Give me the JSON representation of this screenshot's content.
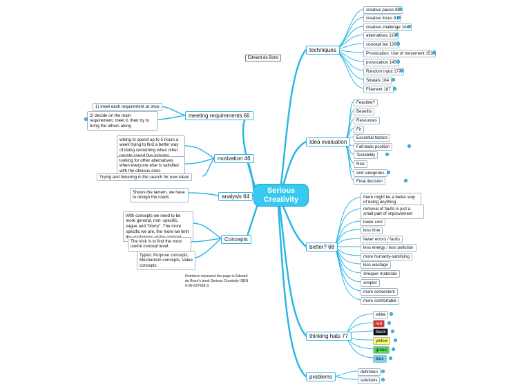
{
  "central": {
    "line1": "Serious",
    "line2": "Creativity"
  },
  "author": "Edward de Bono",
  "note": "Numbers represent the page in Edward de Bono's book Serious Creativity ISBN 0-00-637958-3.",
  "branches": {
    "techniques": {
      "label": "techniques",
      "items": [
        "creative pause 85",
        "creative focus 91",
        "creative challenge 104",
        "alternatives 119",
        "concept fan 126",
        "Provocation: Use of movement 151",
        "provocation 145",
        "Random input 177",
        "Stratals 184",
        "Filament 187"
      ]
    },
    "idea_evaluation": {
      "label": "Idea evaluation",
      "items": [
        "Feasible?",
        "Benefits",
        "Resources",
        "Fit",
        "Essential factors",
        "Fall-back position",
        "Testability",
        "Risk",
        "end categories",
        "Final decision"
      ]
    },
    "better": {
      "label": "better? 68",
      "items": [
        "there might be a better way of doing anything",
        "removal of faults is just a small part of improvement",
        "lower cost",
        "less time",
        "fewer errors / faults",
        "less energy / less pollution",
        "more humanly-satisfying",
        "less wastage",
        "cheaper materials",
        "simpler",
        "more convenient",
        "more comfortable"
      ]
    },
    "thinking_hats": {
      "label": "thinking hats 77",
      "items": [
        "white",
        "red",
        "black",
        "yellow",
        "green",
        "blue"
      ]
    },
    "problems": {
      "label": "problems",
      "items": [
        "definition",
        "solutions"
      ]
    },
    "meeting": {
      "label": "meeting requirements 66",
      "items": [
        "1) meet each requirement at once",
        "2) decide on the main requirement, meet it, then try to bring the others along"
      ]
    },
    "motivation": {
      "label": "motivation 46",
      "items": [
        "willing to spend up to 5 hours a week trying to find a better way of doing something when other people spend five minutes",
        "looking for other alternatives when everyone else is satisfied with the obvious ones",
        "Trying and tinkering in the search for new ideas"
      ]
    },
    "analysis": {
      "label": "analysis 64",
      "items": [
        "Shows the lamem, we have to design the roads"
      ]
    },
    "concepts": {
      "label": "Concepts",
      "items": [
        "With concepts we need to be more general, non- specific, vague and \"blurry\". The more specific we are, the more we limit the usefulness of the concept",
        "The trick is to find the most useful concept level.",
        "Types: Purpose concepts; Mechanism concepts, Value concepts"
      ]
    }
  },
  "colors": {
    "line": "#2bb6e6",
    "central": "#38c9f0"
  }
}
